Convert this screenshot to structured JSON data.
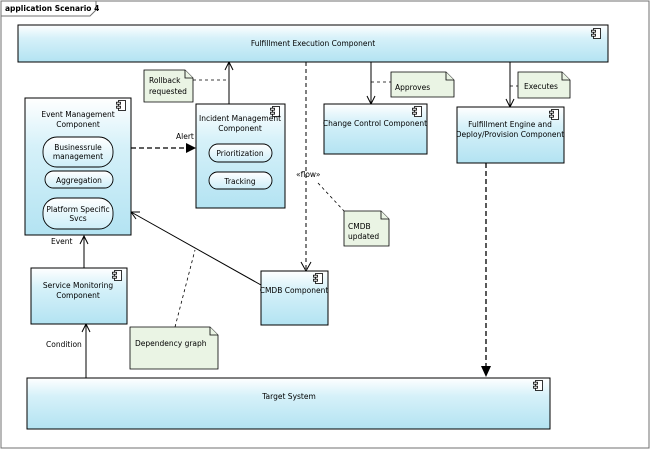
{
  "frame": {
    "title": "application Scenario 4"
  },
  "components": {
    "fulfillment_execution": "Fulfillment Execution Component",
    "event_management": [
      "Event Management",
      "Component"
    ],
    "incident_management": [
      "Incident Management",
      "Component"
    ],
    "change_control": "Change Control Component",
    "fulfillment_engine": [
      "Fulfillment Engine and",
      "Deploy/Provision Component"
    ],
    "service_monitoring": [
      "Service Monitoring",
      "Component"
    ],
    "cmdb": "CMDB Component",
    "target_system": "Target System"
  },
  "parts": {
    "business_rule": [
      "Businessrule",
      "management"
    ],
    "aggregation": "Aggregation",
    "platform_specific": [
      "Platform Specific",
      "Svcs"
    ],
    "prioritization": "Prioritization",
    "tracking": "Tracking"
  },
  "notes": {
    "rollback": [
      "Rollback",
      "requested"
    ],
    "approves": "Approves",
    "executes": "Executes",
    "cmdb_updated": [
      "CMDB",
      "updated"
    ],
    "dependency_graph": "Dependency graph"
  },
  "labels": {
    "alert": "Alert",
    "event": "Event",
    "condition": "Condition",
    "flow": "«flow»"
  },
  "colors": {
    "component_top": "#ffffff",
    "component_bottom": "#b3e3f2",
    "note_fill": "#eaf4e4"
  }
}
